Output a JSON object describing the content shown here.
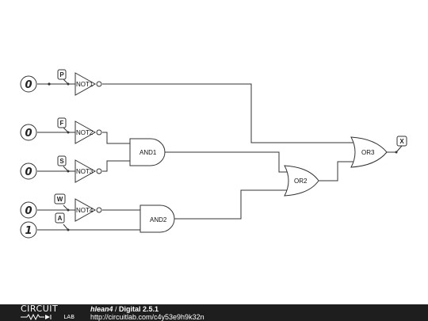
{
  "inputs": {
    "p": {
      "value": "0",
      "tag": "P"
    },
    "f": {
      "value": "0",
      "tag": "F"
    },
    "s": {
      "value": "0",
      "tag": "S"
    },
    "w": {
      "value": "0",
      "tag": "W"
    },
    "a": {
      "value": "1",
      "tag": "A"
    }
  },
  "gates": {
    "not1": "NOT1",
    "not2": "NOT2",
    "not3": "NOT3",
    "not4": "NOT4",
    "and1": "AND1",
    "and2": "AND2",
    "or2": "OR2",
    "or3": "OR3"
  },
  "output": {
    "tag": "X"
  },
  "footer": {
    "logo_top": "CIRCUIT",
    "logo_bottom": "LAB",
    "author": "hlean4",
    "separator": " / ",
    "title": "Digital 2.5.1",
    "url": "http://circuitlab.com/c4y53e9h9k32n"
  }
}
